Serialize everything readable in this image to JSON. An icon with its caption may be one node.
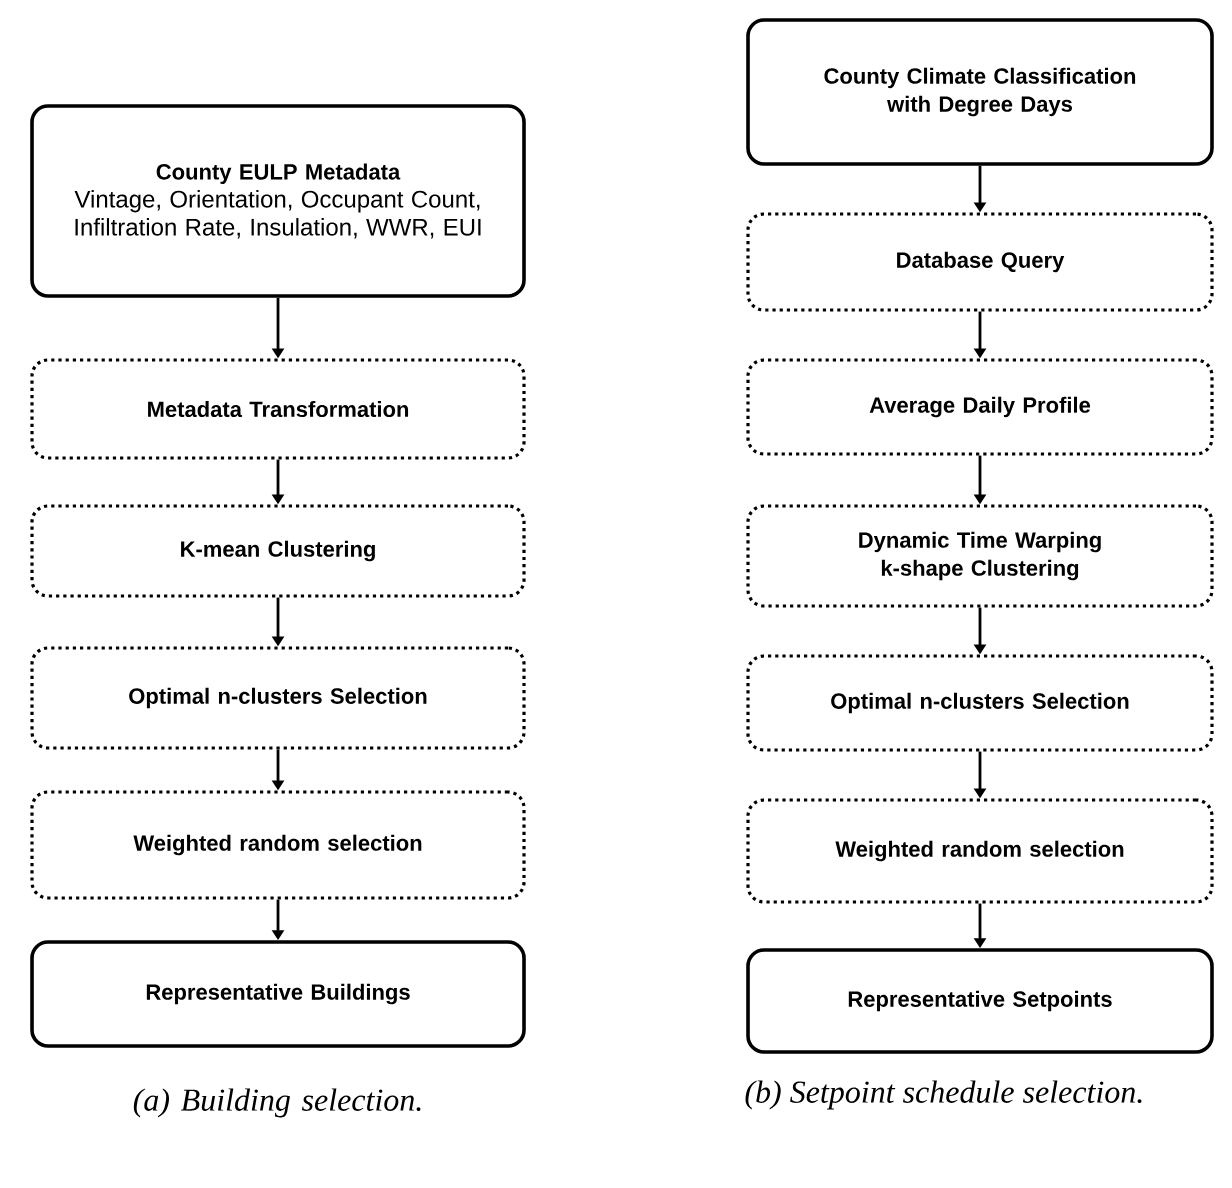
{
  "diagram": {
    "nodes": [
      {
        "text": [
          "County EULP Metadata",
          "Vintage, Orientation, Occupant Count, Infiltration Rate, Insulation, WWR, EUI"
        ]
      },
      {
        "text": [
          "Metadata Transformation"
        ]
      },
      {
        "text": [
          "K-mean Clustering"
        ]
      },
      {
        "text": [
          "Optimal n-clusters Selection"
        ]
      },
      {
        "text": [
          "Weighted random selection"
        ]
      },
      {
        "text": [
          "Representative Buildings"
        ]
      },
      {
        "text": [
          "County Climate Classification with Degree Days"
        ]
      },
      {
        "text": [
          "Database Query"
        ]
      },
      {
        "text": [
          "Average Daily Profile"
        ]
      },
      {
        "text": [
          "Dynamic Time Warping k-shape Clustering"
        ]
      },
      {
        "text": [
          "Optimal n-clusters Selection"
        ]
      },
      {
        "text": [
          "Weighted random selection"
        ]
      },
      {
        "text": [
          "Representative Setpoints"
        ]
      }
    ],
    "edges": [
      {
        "from": 0,
        "to": 1,
        "arrow": "to"
      },
      {
        "from": 1,
        "to": 2,
        "arrow": "to"
      },
      {
        "from": 2,
        "to": 3,
        "arrow": "to"
      },
      {
        "from": 3,
        "to": 4,
        "arrow": "to"
      },
      {
        "from": 4,
        "to": 5,
        "arrow": "to"
      },
      {
        "from": 6,
        "to": 7,
        "arrow": "to"
      },
      {
        "from": 7,
        "to": 8,
        "arrow": "to"
      },
      {
        "from": 8,
        "to": 9,
        "arrow": "to"
      },
      {
        "from": 9,
        "to": 10,
        "arrow": "to"
      },
      {
        "from": 10,
        "to": 11,
        "arrow": "to"
      },
      {
        "from": 11,
        "to": 12,
        "arrow": "to"
      }
    ],
    "labels": [
      "(a) Building selection.",
      "(b) Setpoint schedule selection."
    ]
  }
}
